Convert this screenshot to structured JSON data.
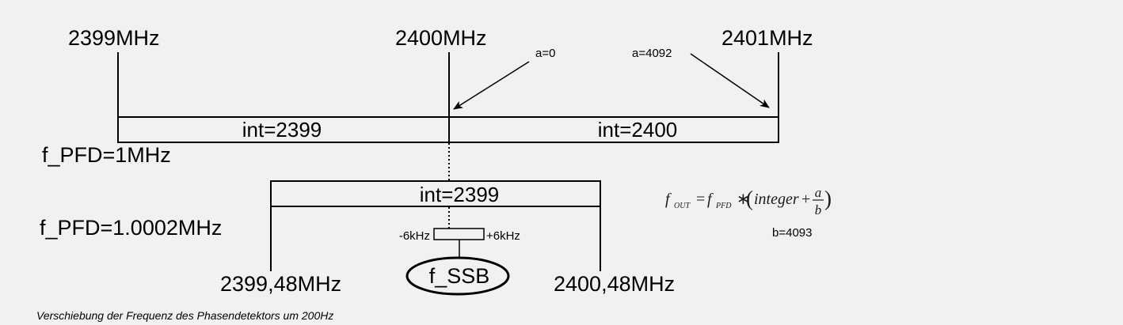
{
  "top_scale": {
    "left_freq": "2399MHz",
    "mid_freq": "2400MHz",
    "right_freq": "2401MHz",
    "seg_left": "int=2399",
    "seg_right": "int=2400",
    "pfd": "f_PFD=1MHz",
    "a_start": "a=0",
    "a_end": "a=4092"
  },
  "bottom_scale": {
    "seg": "int=2399",
    "pfd": "f_PFD=1.0002MHz",
    "left_freq": "2399,48MHz",
    "right_freq": "2400,48MHz",
    "minus_offset": "-6kHz",
    "plus_offset": "+6kHz",
    "ssb": "f_SSB"
  },
  "formula": {
    "f": "f",
    "out_sub": "OUT",
    "eq": "=",
    "f2": "f",
    "pfd_sub": "PFD",
    "mul": "∗",
    "lparen": "(",
    "integer": "integer",
    "plus": "+",
    "num": "a",
    "den": "b",
    "rparen": ")",
    "b_value": "b=4093"
  },
  "caption": "Verschiebung der Frequenz des Phasendetektors um 200Hz"
}
